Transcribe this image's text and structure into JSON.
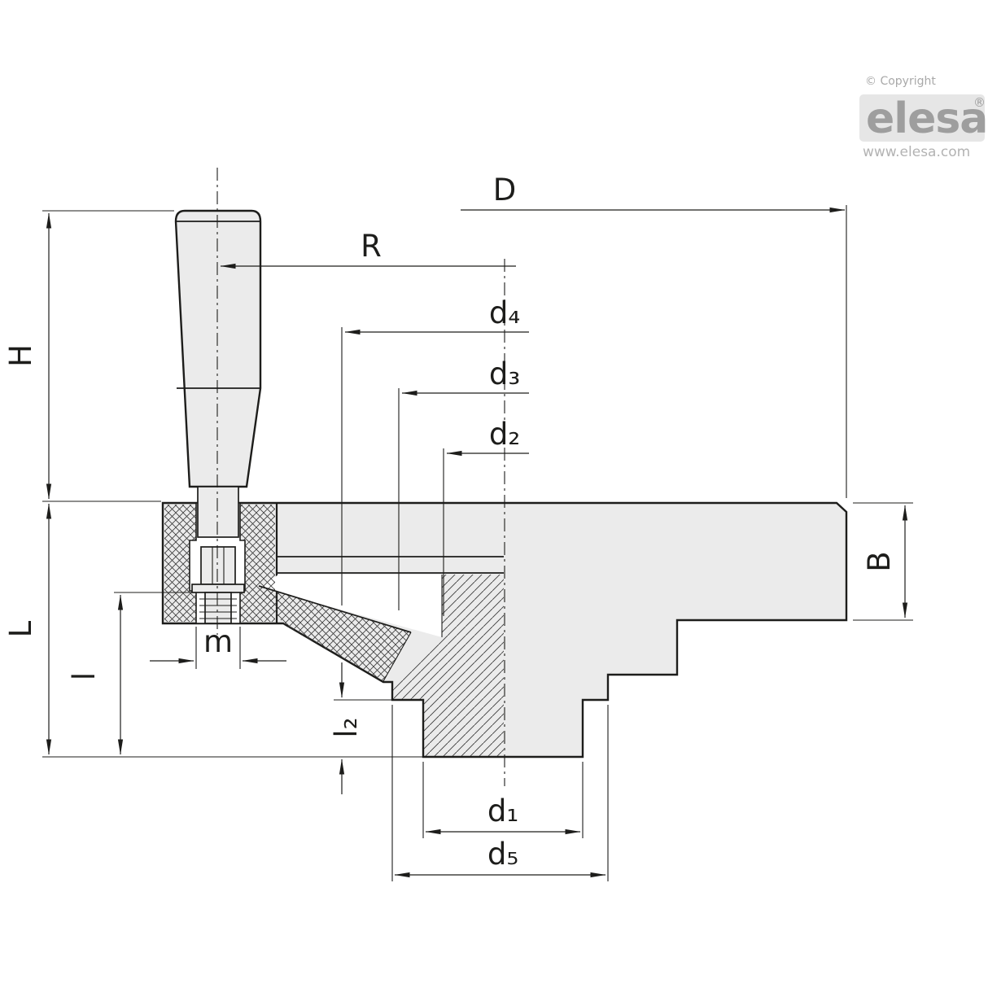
{
  "branding": {
    "copyright": "© Copyright",
    "logo": "elesa",
    "registered": "®",
    "website": "www.elesa.com"
  },
  "drawing": {
    "description": "Handwheel with revolving handle - dimensioned cross-section technical drawing",
    "colors": {
      "line": "#1d1d1b",
      "part_fill": "#ebebeb",
      "background": "#ffffff",
      "logo_gray": "#9e9e9e"
    },
    "dims": {
      "D": "D",
      "R": "R",
      "d4": "d₄",
      "d3": "d₃",
      "d2": "d₂",
      "H": "H",
      "B": "B",
      "L": "L",
      "m": "m",
      "l": "l",
      "l2": "l₂",
      "d1": "d₁",
      "d5": "d₅"
    }
  }
}
